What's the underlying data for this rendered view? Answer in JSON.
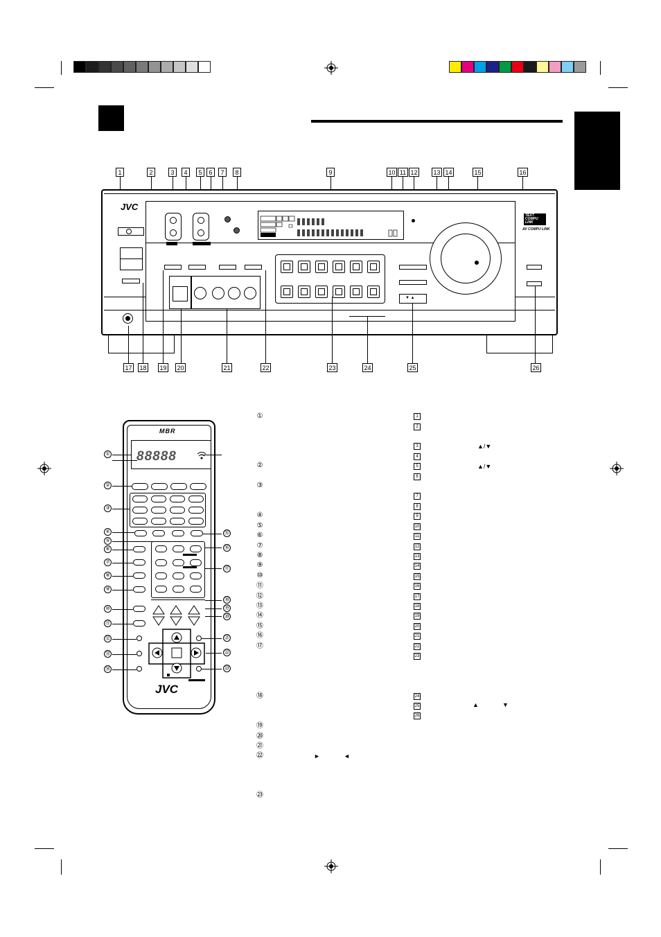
{
  "registration": {
    "gray_swatches": [
      "#000000",
      "#1c1c1c",
      "#333333",
      "#4a4a4a",
      "#616161",
      "#7a7a7a",
      "#939393",
      "#acacac",
      "#c6c6c6",
      "#dfdfdf",
      "#ffffff"
    ],
    "color_swatches": [
      "#ffec00",
      "#e4007f",
      "#00a0e9",
      "#1d2088",
      "#009944",
      "#e60012",
      "#1a1a1a",
      "#fff799",
      "#f19ec2",
      "#7fcef4",
      "#9b9b9b"
    ]
  },
  "receiver": {
    "brand": "JVC",
    "badge_text_compu_link": "TEXT COMPU LINK",
    "badge_av_compu_link": "AV COMPU LINK",
    "callouts_top": [
      "1",
      "2",
      "3",
      "4",
      "5",
      "6",
      "7",
      "8",
      "9",
      "10",
      "11",
      "12",
      "13",
      "14",
      "15",
      "16"
    ],
    "callouts_bottom": [
      "17",
      "18",
      "19",
      "20",
      "21",
      "22",
      "23",
      "24",
      "25",
      "26"
    ]
  },
  "remote": {
    "logo_top": "MBR",
    "brand": "JVC",
    "left_callouts": [
      "①",
      "②",
      "③",
      "④",
      "⑤",
      "⑥",
      "⑦",
      "⑧",
      "⑨",
      "⑩",
      "⑪",
      "⑫",
      "⑬",
      "⑭"
    ],
    "right_callouts": [
      "⑮",
      "⑯",
      "⑰",
      "⑱",
      "⑲",
      "⑳",
      "㉑",
      "㉒",
      "㉓"
    ],
    "display_chars": "88888"
  },
  "descriptions": {
    "left_column": [
      "①",
      "②",
      "③",
      "④",
      "⑤",
      "⑥",
      "⑦",
      "⑧",
      "⑨",
      "⑩",
      "⑪",
      "⑫",
      "⑬",
      "⑭",
      "⑮",
      "⑯",
      "⑰",
      "⑱",
      "⑲",
      "⑳",
      "㉑",
      "㉒",
      "㉓"
    ],
    "right_column": [
      "1",
      "2",
      "3",
      "4",
      "5",
      "6",
      "7",
      "8",
      "9",
      "10",
      "11",
      "12",
      "13",
      "14",
      "15",
      "16",
      "17",
      "18",
      "19",
      "20",
      "21",
      "22",
      "23",
      "24",
      "25",
      "26"
    ],
    "arrow_pairs": {
      "r3": "▲/▼",
      "r5": "▲/▼",
      "l22_a": "►",
      "l22_b": "◄",
      "r25_a": "▲",
      "r25_b": "▼"
    }
  },
  "colors": {
    "ink": "#000000",
    "tab": "#000000"
  }
}
